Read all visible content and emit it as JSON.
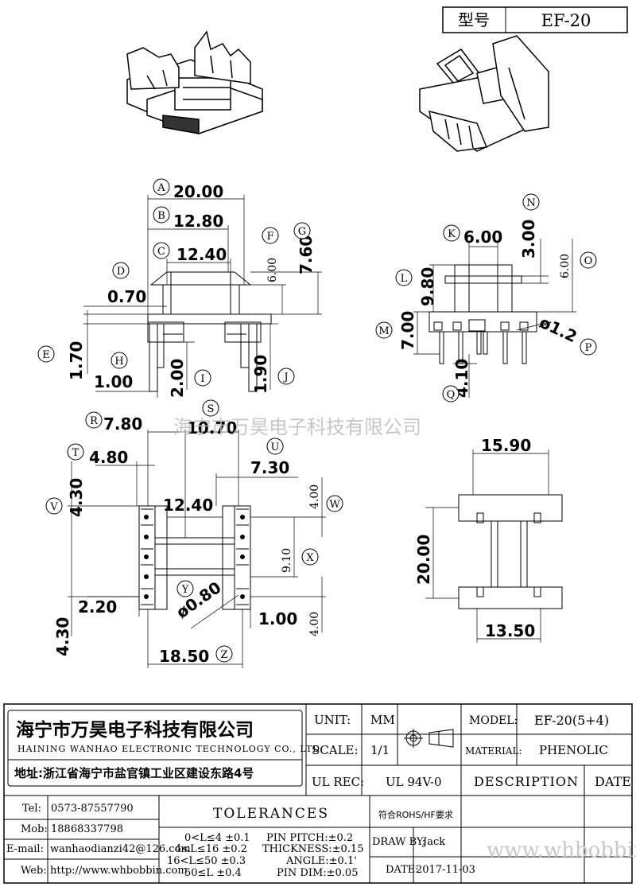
{
  "header": {
    "model_label": "型号",
    "model_value": "EF-20"
  },
  "watermark": "海宁市万昊电子科技有限公司",
  "dims_front": {
    "a": "20.00",
    "b": "12.80",
    "c": "12.40",
    "d": "0.70",
    "e": "1.70",
    "f": "6.00",
    "g": "7.60",
    "h": "1.00",
    "i": "2.00",
    "j": "1.90"
  },
  "dims_side": {
    "k": "6.00",
    "n": "3.00",
    "o": "6.00",
    "l": "9.80",
    "m": "7.00",
    "p": "ø1.2",
    "q": "4.10"
  },
  "dims_bottom": {
    "r": "7.80",
    "s": "10.70",
    "t": "4.80",
    "u": "7.30",
    "v": "4.30",
    "c": "12.40",
    "w": "4.00",
    "x": "9.10",
    "y": "ø0.80",
    "h1": "2.20",
    "h2": "1.00",
    "w2": "4.00",
    "v2": "4.30",
    "z": "18.50"
  },
  "dims_top": {
    "top": "15.90",
    "height": "20.00",
    "bottom": "13.50"
  },
  "circle_letters": [
    "A",
    "B",
    "C",
    "D",
    "E",
    "F",
    "G",
    "H",
    "I",
    "J",
    "K",
    "L",
    "M",
    "N",
    "O",
    "P",
    "Q",
    "R",
    "S",
    "T",
    "U",
    "V",
    "W",
    "X",
    "Y",
    "Z"
  ],
  "title_block": {
    "company_cn": "海宁市万昊电子科技有限公司",
    "company_en": "HAINING WANHAO ELECTRONIC TECHNOLOGY CO., LTD.",
    "address": "地址:浙江省海宁市盐官镇工业区建设东路4号",
    "unit_label": "UNIT:",
    "unit_value": "MM",
    "scale_label": "SCALE:",
    "scale_value": "1/1",
    "ulrec_label": "UL REC:",
    "ulrec_value": "UL 94V-0",
    "model_label": "MODEL:",
    "model_value": "EF-20(5+4)",
    "material_label": "MATERIAL:",
    "material_value": "PHENOLIC",
    "description_label": "DESCRIPTION",
    "date_label": "DATE",
    "tel_label": "Tel:",
    "tel": "0573-87557790",
    "mob_label": "Mob:",
    "mob": "18868337798",
    "email_label": "E-mail:",
    "email": "wanhaodianzi42@126.com",
    "web_label": "Web:",
    "web": "http://www.whbobbin.com",
    "tolerances_label": "TOLERANCES",
    "rohs": "符合ROHS/HF要求",
    "tol_lines": [
      "0<L≤4 ±0.1",
      "4<L≤16 ±0.2",
      "16<L≤50 ±0.3",
      "50≤L ±0.4"
    ],
    "pin_lines": [
      "PIN PITCH:±0.2",
      "THICKNESS:±0.15",
      "ANGLE:±0.1'",
      "PIN DIM:±0.05"
    ],
    "drawn_label": "DRAW BY:",
    "drawn_value": "Jack",
    "date_small_label": "DATE:",
    "date_value": "2017-11-03",
    "site_watermark": "www.whbobbin.com"
  }
}
